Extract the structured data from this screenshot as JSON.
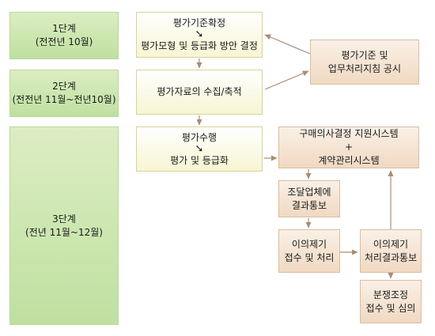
{
  "stages": [
    {
      "name": "1단계",
      "period": "(전전년 10월)"
    },
    {
      "name": "2단계",
      "period": "(전전년 11월~전년10월)"
    },
    {
      "name": "3단계",
      "period": "(전년 11월~12월)"
    }
  ],
  "boxes": {
    "criteria": {
      "line1": "평가기준확정",
      "arrow": "➘",
      "line2": "평가모형 및 등급화 방안 결정"
    },
    "collect": {
      "line1": "평가자료의 수집/축적"
    },
    "announce": {
      "line1": "평가기준 및",
      "line2": "업무처리지침 공시"
    },
    "evaluate": {
      "line1": "평가수행",
      "arrow": "➘",
      "line2": "평가 및 등급화"
    },
    "system": {
      "line1": "구매의사결정 지원시스템",
      "line2": "+",
      "line3": "계약관리시스템"
    },
    "notify": {
      "line1": "조달업체에",
      "line2": "결과통보"
    },
    "objection_receive": {
      "line1": "이의제기",
      "line2": "접수 및 처리"
    },
    "objection_notify": {
      "line1": "이의제기",
      "line2": "처리결과통보"
    },
    "dispute": {
      "line1": "분쟁조정",
      "line2": "접수 및 심의"
    }
  }
}
